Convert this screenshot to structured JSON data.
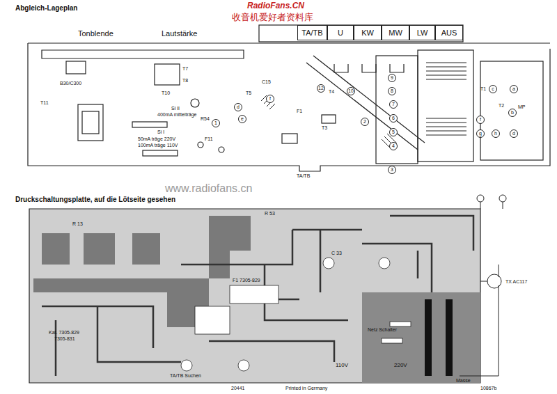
{
  "diagram": {
    "title": "Abgleich-Lageplan",
    "nodes": [
      {
        "text": [
          "TA/TB"
        ]
      },
      {
        "text": [
          "U"
        ]
      },
      {
        "text": [
          "KW"
        ]
      },
      {
        "text": [
          "MW"
        ]
      },
      {
        "text": [
          "LW"
        ]
      },
      {
        "text": [
          "AUS"
        ]
      },
      {
        "text": [
          "1"
        ]
      },
      {
        "text": [
          "d"
        ]
      },
      {
        "text": [
          "e"
        ]
      },
      {
        "text": [
          "f"
        ]
      },
      {
        "text": [
          "12"
        ]
      },
      {
        "text": [
          "10"
        ]
      },
      {
        "text": [
          "9"
        ]
      },
      {
        "text": [
          "8"
        ]
      },
      {
        "text": [
          "7"
        ]
      },
      {
        "text": [
          "6"
        ]
      },
      {
        "text": [
          "5"
        ]
      },
      {
        "text": [
          "4"
        ]
      },
      {
        "text": [
          "3"
        ]
      },
      {
        "text": [
          "2"
        ]
      },
      {
        "text": [
          "c"
        ]
      },
      {
        "text": [
          "a"
        ]
      },
      {
        "text": [
          "b"
        ]
      },
      {
        "text": [
          "f"
        ]
      },
      {
        "text": [
          "g"
        ]
      },
      {
        "text": [
          "h"
        ]
      },
      {
        "text": [
          "d"
        ]
      }
    ],
    "labels": [
      "Druckschaltungsplatte, auf die Lötseite gesehen",
      "收音机爱好者资料库",
      "RadioFans.CN",
      "www.radiofans.cn",
      "Tonblende",
      "Lautstärke",
      "B30/C300",
      "T11",
      "T7",
      "T8",
      "T10",
      "Si II",
      "400mA mittelträge",
      "Si I",
      "50mA träge 220V",
      "100mA träge 110V",
      "R54",
      "C15",
      "T5",
      "F11",
      "F1",
      "T4",
      "T3",
      "TA/TB",
      "T1",
      "T2",
      "MP",
      "Kat. 7305-829",
      "7305-831",
      "TA/TB Suchen",
      "F1 7305-829",
      "110V",
      "220V",
      "Netz Schalter",
      "Printed in Germany",
      "20441",
      "10867b",
      "TX AC117",
      "R 13",
      "R 53",
      "C 33",
      "Masse"
    ]
  }
}
